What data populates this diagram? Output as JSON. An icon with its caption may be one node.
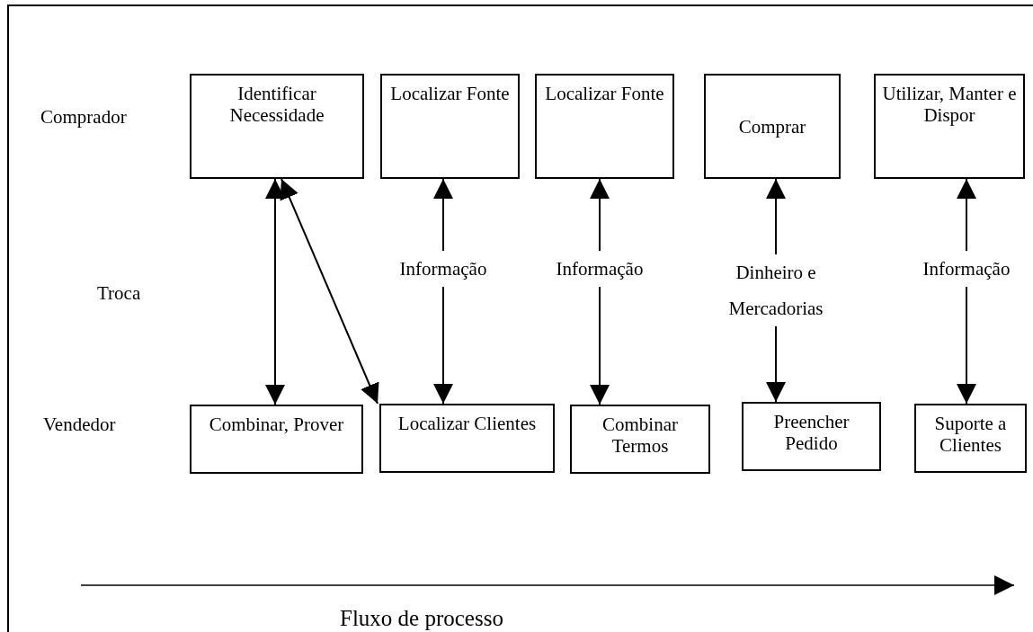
{
  "diagram": {
    "nodes": [
      {
        "text": [
          "Identificar Necessidade"
        ]
      },
      {
        "text": [
          "Localizar Fonte"
        ]
      },
      {
        "text": [
          "Localizar Fonte"
        ]
      },
      {
        "text": [
          "Comprar"
        ]
      },
      {
        "text": [
          "Utilizar, Manter e Dispor"
        ]
      },
      {
        "text": [
          "Combinar, Prover"
        ]
      },
      {
        "text": [
          "Localizar Clientes"
        ]
      },
      {
        "text": [
          "Combinar Termos"
        ]
      },
      {
        "text": [
          "Preencher Pedido"
        ]
      },
      {
        "text": [
          "Suporte a Clientes"
        ]
      }
    ],
    "edges": [
      {
        "from": 0,
        "to": 5,
        "arrow": "both"
      },
      {
        "from": 0,
        "to": 6,
        "arrow": "both"
      },
      {
        "from": 1,
        "to": 6,
        "arrow": "both",
        "label": "Informação"
      },
      {
        "from": 2,
        "to": 7,
        "arrow": "both",
        "label": "Informação"
      },
      {
        "from": 3,
        "to": 8,
        "arrow": "both",
        "label": "Dinheiro e Mercadorias"
      },
      {
        "from": 4,
        "to": 9,
        "arrow": "both",
        "label": "Informação"
      }
    ],
    "labels": [
      "Comprador",
      "Troca",
      "Vendedor",
      "Fluxo de processo"
    ]
  }
}
